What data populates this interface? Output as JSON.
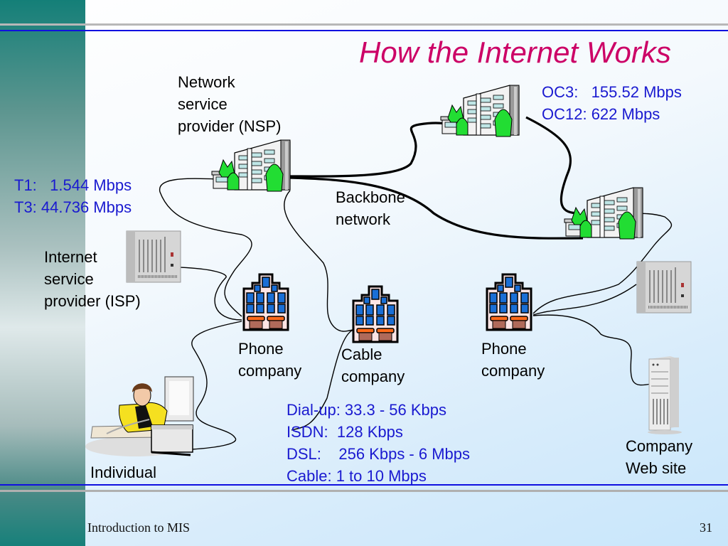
{
  "slide": {
    "title": "How the Internet Works",
    "footer_left": "Introduction to MIS",
    "page_number": "31"
  },
  "nodes": {
    "nsp": {
      "lines": [
        "Network",
        "service",
        "provider (NSP)"
      ]
    },
    "isp": {
      "lines": [
        "Internet",
        "service",
        "provider (ISP)"
      ]
    },
    "backbone": {
      "lines": [
        "Backbone",
        "network"
      ]
    },
    "phone1": {
      "lines": [
        "Phone",
        "company"
      ]
    },
    "cable": {
      "lines": [
        "Cable",
        "company"
      ]
    },
    "phone2": {
      "lines": [
        "Phone",
        "company"
      ]
    },
    "website": {
      "lines": [
        "Company",
        "Web site"
      ]
    },
    "individual": {
      "lines": [
        "Individual"
      ]
    }
  },
  "speeds": {
    "t_lines": [
      "T1:   1.544 Mbps",
      "T3: 44.736 Mbps"
    ],
    "oc_lines": [
      "OC3:   155.52 Mbps",
      "OC12: 622 Mbps"
    ],
    "access_lines": [
      "Dial-up: 33.3 - 56 Kbps",
      "ISDN:  128 Kbps",
      "DSL:    256 Kbps - 6 Mbps",
      "Cable: 1 to 10 Mbps"
    ]
  },
  "colors": {
    "title": "#cc0066",
    "speed_text": "#1a1ad0",
    "rule_blue": "#1010e0",
    "sidebar_teal": "#147f78",
    "tree_green": "#22dd33"
  }
}
